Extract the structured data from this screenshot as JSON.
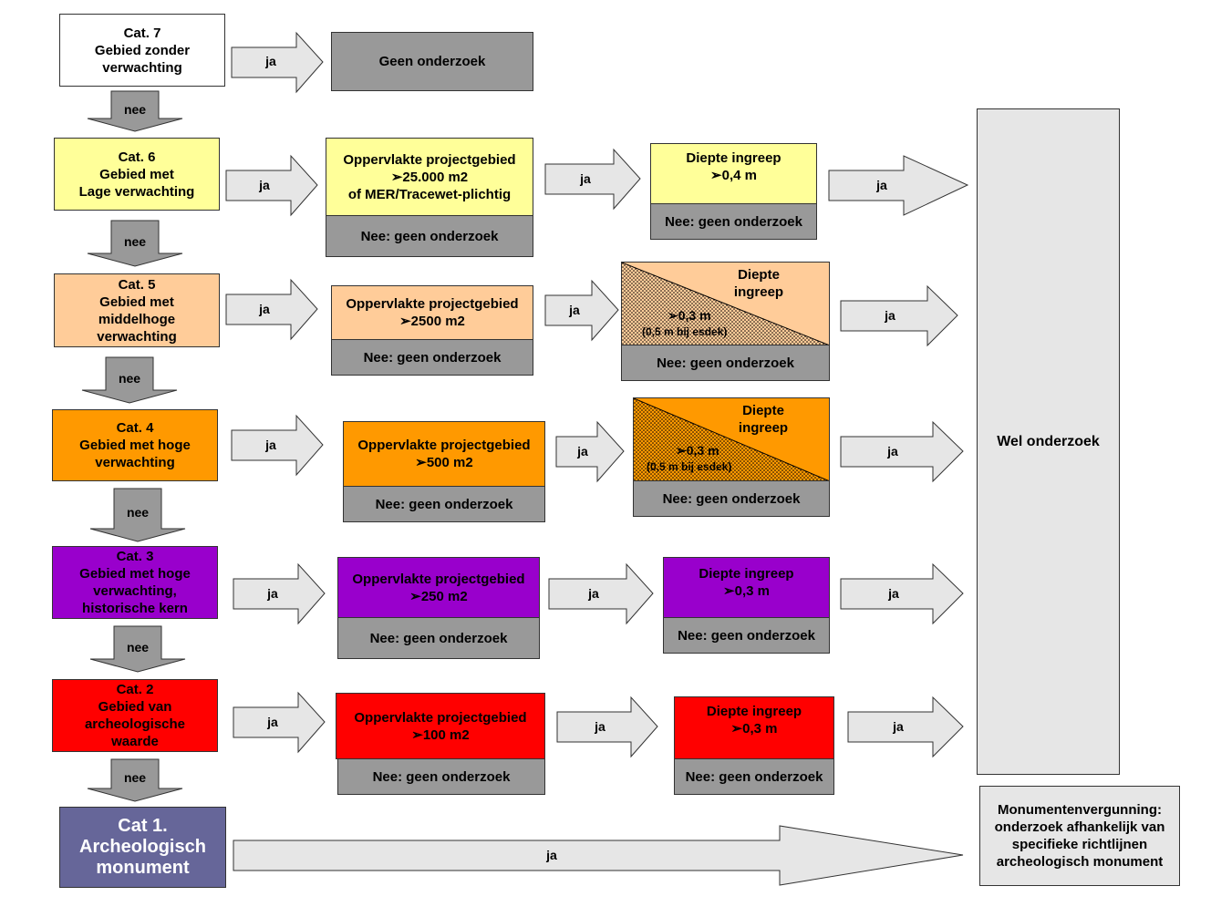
{
  "categories": {
    "cat7": [
      "Cat. 7",
      "Gebied zonder",
      "verwachting"
    ],
    "cat6": [
      "Cat. 6",
      "Gebied met",
      "Lage verwachting"
    ],
    "cat5": [
      "Cat. 5",
      "Gebied met",
      "middelhoge",
      "verwachting"
    ],
    "cat4": [
      "Cat. 4",
      "Gebied met hoge",
      "verwachting"
    ],
    "cat3": [
      "Cat. 3",
      "Gebied met hoge",
      "verwachting,",
      "historische kern"
    ],
    "cat2": [
      "Cat. 2",
      "Gebied van",
      "archeologische",
      "waarde"
    ],
    "cat1": [
      "Cat 1.",
      "Archeologisch",
      "monument"
    ]
  },
  "labels": {
    "ja": "ja",
    "nee": "nee"
  },
  "geen_onderzoek": "Geen onderzoek",
  "nee_geen": "Nee: geen onderzoek",
  "area": {
    "r6": [
      "Oppervlakte projectgebied",
      "➢25.000 m2",
      "of MER/Tracewet-plichtig"
    ],
    "r5": [
      "Oppervlakte projectgebied",
      "➢2500 m2"
    ],
    "r4": [
      "Oppervlakte projectgebied",
      "➢500 m2"
    ],
    "r3": [
      "Oppervlakte projectgebied",
      "➢250 m2"
    ],
    "r2": [
      "Oppervlakte  projectgebied",
      "➢100 m2"
    ]
  },
  "depth": {
    "r6": [
      "Diepte ingreep",
      "➢0,4 m"
    ],
    "r5": {
      "title": [
        "Diepte",
        "ingreep"
      ],
      "value": "➢0,3 m",
      "note": "(0,5 m  bij esdek)"
    },
    "r4": {
      "title": [
        "Diepte",
        "ingreep"
      ],
      "value": "➢0,3 m",
      "note": "(0,5 m   bij esdek)"
    },
    "r3": [
      "Diepte ingreep",
      "➢0,3 m"
    ],
    "r2": [
      "Diepte ingreep",
      "➢0,3 m"
    ]
  },
  "wel_onderzoek": "Wel onderzoek",
  "monument": [
    "Monumentenvergunning:",
    "onderzoek afhankelijk van",
    "specifieke richtlijnen",
    "archeologisch monument"
  ],
  "colors": {
    "cat6": "#ffff99",
    "cat5": "#ffcc99",
    "cat4": "#ff9900",
    "cat3": "#9900cc",
    "cat2": "#ff0000",
    "cat1": "#666699",
    "gray": "#999999",
    "light_gray": "#e6e6e6"
  }
}
